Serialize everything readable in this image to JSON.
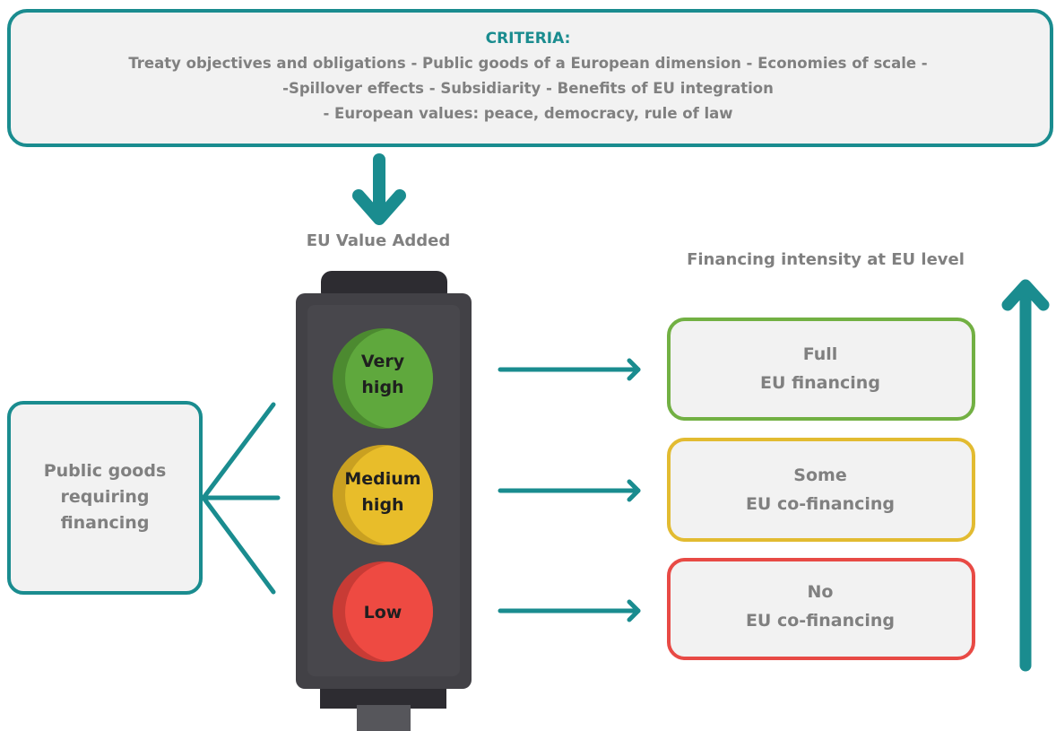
{
  "criteria": {
    "title": "CRITERIA:",
    "line1": "Treaty objectives and obligations - Public goods of a European dimension - Economies of scale -",
    "line2": "-Spillover effects - Subsidiarity - Benefits of EU integration",
    "line3": "- European values: peace, democracy, rule of law"
  },
  "eu_value_added": "EU Value Added",
  "financing_intensity": "Financing intensity at EU level",
  "public_goods": {
    "line1": "Public goods",
    "line2": "requiring",
    "line3": "financing"
  },
  "lights": [
    {
      "line1": "Very",
      "line2": "high",
      "color": "#5fa83d",
      "shadow": "#4c8a30"
    },
    {
      "line1": "Medium",
      "line2": "high",
      "color": "#e8bd2a",
      "shadow": "#c9a021"
    },
    {
      "line1": "Low",
      "line2": "",
      "color": "#ee4a42",
      "shadow": "#c83b35"
    }
  ],
  "outcomes": [
    {
      "line1": "Full",
      "line2": "EU financing",
      "border": "#72b043"
    },
    {
      "line1": "Some",
      "line2": "EU co-financing",
      "border": "#e2bb31"
    },
    {
      "line1": "No",
      "line2": "EU co-financing",
      "border": "#e84a45"
    }
  ],
  "colors": {
    "teal": "#1a8c8f",
    "box_fill": "#f2f2f2",
    "label_grey": "#808080",
    "housing": "#424146",
    "housing_inner": "#48474c",
    "housing_cap": "#2d2c31",
    "housing_base": "#56565b"
  }
}
